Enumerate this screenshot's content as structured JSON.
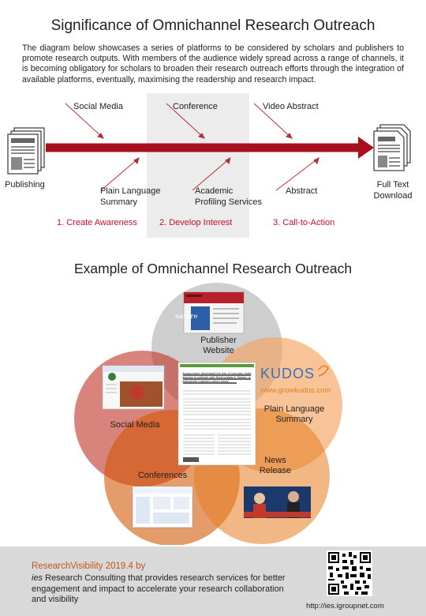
{
  "title1": "Significance of Omnichannel Research Outreach",
  "intro": "The diagram below showcases a series of platforms to be considered by scholars and publishers to promote research outputs. With members of the audience widely spread across a range of channels, it is becoming obligatory for scholars to broaden their research outreach efforts through the integration of available platforms, eventually, maximising the readership and research impact.",
  "flow": {
    "start": "Publishing",
    "end_line1": "Full Text",
    "end_line2": "Download",
    "top_channels": [
      "Social Media",
      "Conference",
      "Video Abstract"
    ],
    "bottom_channels": [
      {
        "l1": "Plain Language",
        "l2": "Summary"
      },
      {
        "l1": "Academic",
        "l2": "Profiling Services"
      },
      {
        "l1": "Abstract",
        "l2": ""
      }
    ],
    "stages": [
      "1. Create Awareness",
      "2. Develop Interest",
      "3. Call-to-Action"
    ]
  },
  "title2": "Example of Omnichannel Research Outreach",
  "venn": {
    "publisher_l1": "Publisher",
    "publisher_l2": "Website",
    "social": "Social Media",
    "pls_l1": "Plain Language",
    "pls_l2": "Summary",
    "conferences": "Conferences",
    "news_l1": "News",
    "news_l2": "Release",
    "kudos_logo": "KUDOS",
    "kudos_url": "www.growkudos.com",
    "nature_logo": "nature",
    "paper_title": "Acupuncture decreased the risk of coronary heart disease in patients with fibromyalgia in Taiwan: a nationwide matched cohort study"
  },
  "footer": {
    "line1": "ResearchVisibility 2019.4 by",
    "brand": "ies",
    "line2": " Research Consulting that provides research services for better engagement and impact to accelerate your research collaboration and visibility",
    "url": "http://ies.igroupnet.com"
  },
  "colors": {
    "arrow": "#a8101f",
    "stage_text": "#c8102e",
    "circle_top": "#bdbdbd",
    "circle_left": "#c0392b",
    "circle_right": "#f4a460",
    "circle_bottom_left": "#d35400",
    "circle_bottom_right": "#e67e22",
    "footer_bg": "#d9d9d9",
    "footer_accent": "#c0561c"
  }
}
